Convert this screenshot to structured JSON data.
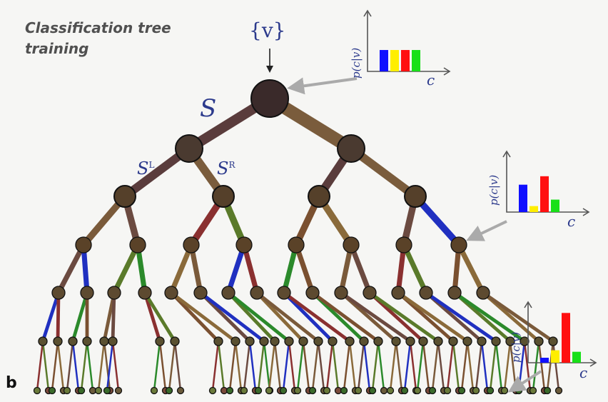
{
  "title_line1": "Classification tree",
  "title_line2": "training",
  "panel_label": "b",
  "input_set": "{v}",
  "split_labels": {
    "root": "S",
    "left": "S",
    "left_sup": "L",
    "right": "S",
    "right_sup": "R"
  },
  "hist_axis_x": "c",
  "hist_axis_y": "p(c|v)",
  "class_colors": [
    "#1010ff",
    "#ffee00",
    "#ff1010",
    "#18e018"
  ],
  "histograms": [
    {
      "target": "root",
      "values": [
        1.0,
        1.0,
        1.0,
        1.0
      ]
    },
    {
      "target": "depth-3 node",
      "values": [
        0.55,
        0.12,
        0.72,
        0.25
      ]
    },
    {
      "target": "leaf",
      "values": [
        0.1,
        0.25,
        1.0,
        0.22
      ]
    }
  ]
}
